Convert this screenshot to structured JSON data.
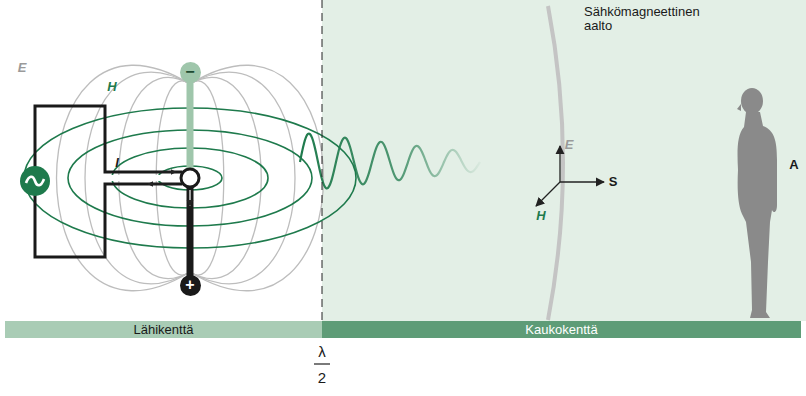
{
  "diagram": {
    "nodes": [
      {
        "text": [
          "−"
        ]
      },
      {
        "text": [
          "+"
        ]
      },
      {
        "text": [
          "Lähikenttä"
        ]
      },
      {
        "text": [
          "Kaukokenttä"
        ]
      }
    ],
    "labels": [
      "E",
      "H",
      "I",
      "Sähkömagneettinen aalto",
      "E",
      "H",
      "S",
      "A",
      "λ",
      "2"
    ]
  }
}
